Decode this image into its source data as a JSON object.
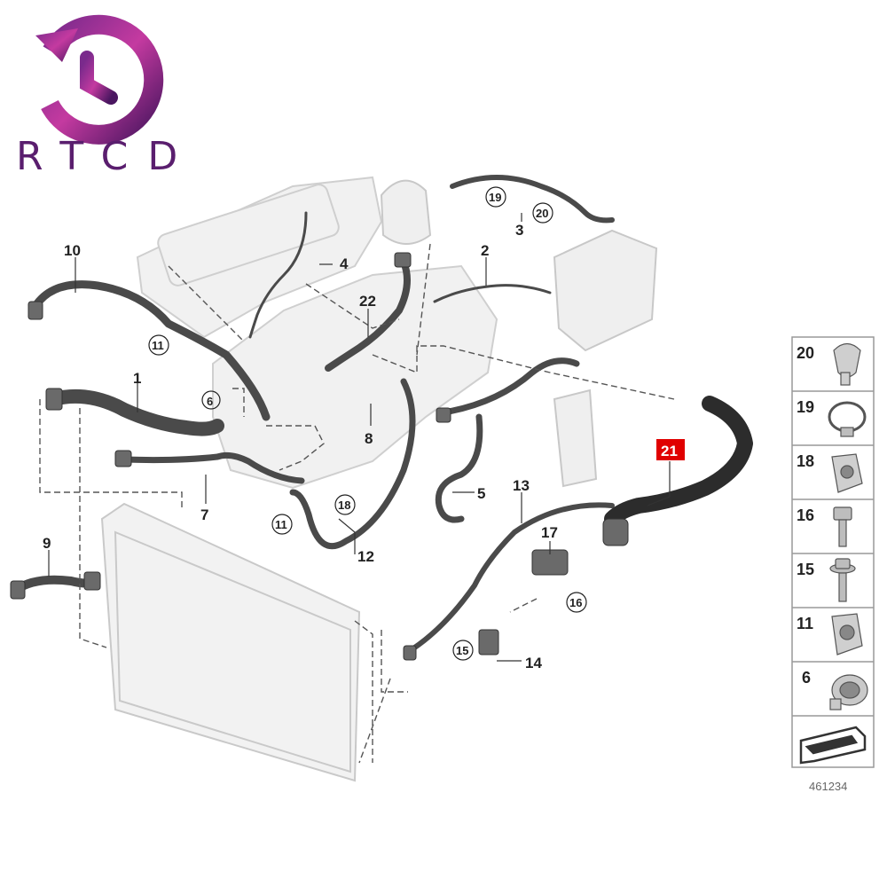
{
  "brand": {
    "logo_text": "RTCD",
    "accent": "#5a1e6e"
  },
  "diagram": {
    "id": "461234",
    "highlight_color": "#e00000",
    "highlighted_part": "21",
    "callouts": [
      {
        "key": "c1",
        "label": "1",
        "circled": false
      },
      {
        "key": "c2",
        "label": "2",
        "circled": false
      },
      {
        "key": "c3",
        "label": "3",
        "circled": false
      },
      {
        "key": "c4",
        "label": "4",
        "circled": false
      },
      {
        "key": "c5",
        "label": "5",
        "circled": false
      },
      {
        "key": "c6",
        "label": "6",
        "circled": true
      },
      {
        "key": "c7",
        "label": "7",
        "circled": false
      },
      {
        "key": "c8",
        "label": "8",
        "circled": false
      },
      {
        "key": "c9",
        "label": "9",
        "circled": false
      },
      {
        "key": "c10",
        "label": "10",
        "circled": false
      },
      {
        "key": "c11a",
        "label": "11",
        "circled": true
      },
      {
        "key": "c11b",
        "label": "11",
        "circled": true
      },
      {
        "key": "c12",
        "label": "12",
        "circled": false
      },
      {
        "key": "c13",
        "label": "13",
        "circled": false
      },
      {
        "key": "c14",
        "label": "14",
        "circled": false
      },
      {
        "key": "c15",
        "label": "15",
        "circled": true
      },
      {
        "key": "c16",
        "label": "16",
        "circled": true
      },
      {
        "key": "c17",
        "label": "17",
        "circled": false
      },
      {
        "key": "c18",
        "label": "18",
        "circled": true
      },
      {
        "key": "c19",
        "label": "19",
        "circled": true
      },
      {
        "key": "c20",
        "label": "20",
        "circled": true
      },
      {
        "key": "c21",
        "label": "21",
        "circled": false,
        "highlighted": true
      },
      {
        "key": "c22",
        "label": "22",
        "circled": false
      }
    ],
    "legend": [
      {
        "label": "20",
        "icon": "hose-clip-icon"
      },
      {
        "label": "19",
        "icon": "hose-clamp-icon"
      },
      {
        "label": "18",
        "icon": "bracket-clip-icon"
      },
      {
        "label": "16",
        "icon": "bolt-icon"
      },
      {
        "label": "15",
        "icon": "flange-bolt-icon"
      },
      {
        "label": "11",
        "icon": "clip-icon"
      },
      {
        "label": "6",
        "icon": "snap-clamp-icon"
      },
      {
        "label": "",
        "icon": "orientation-arrow-icon"
      }
    ]
  }
}
